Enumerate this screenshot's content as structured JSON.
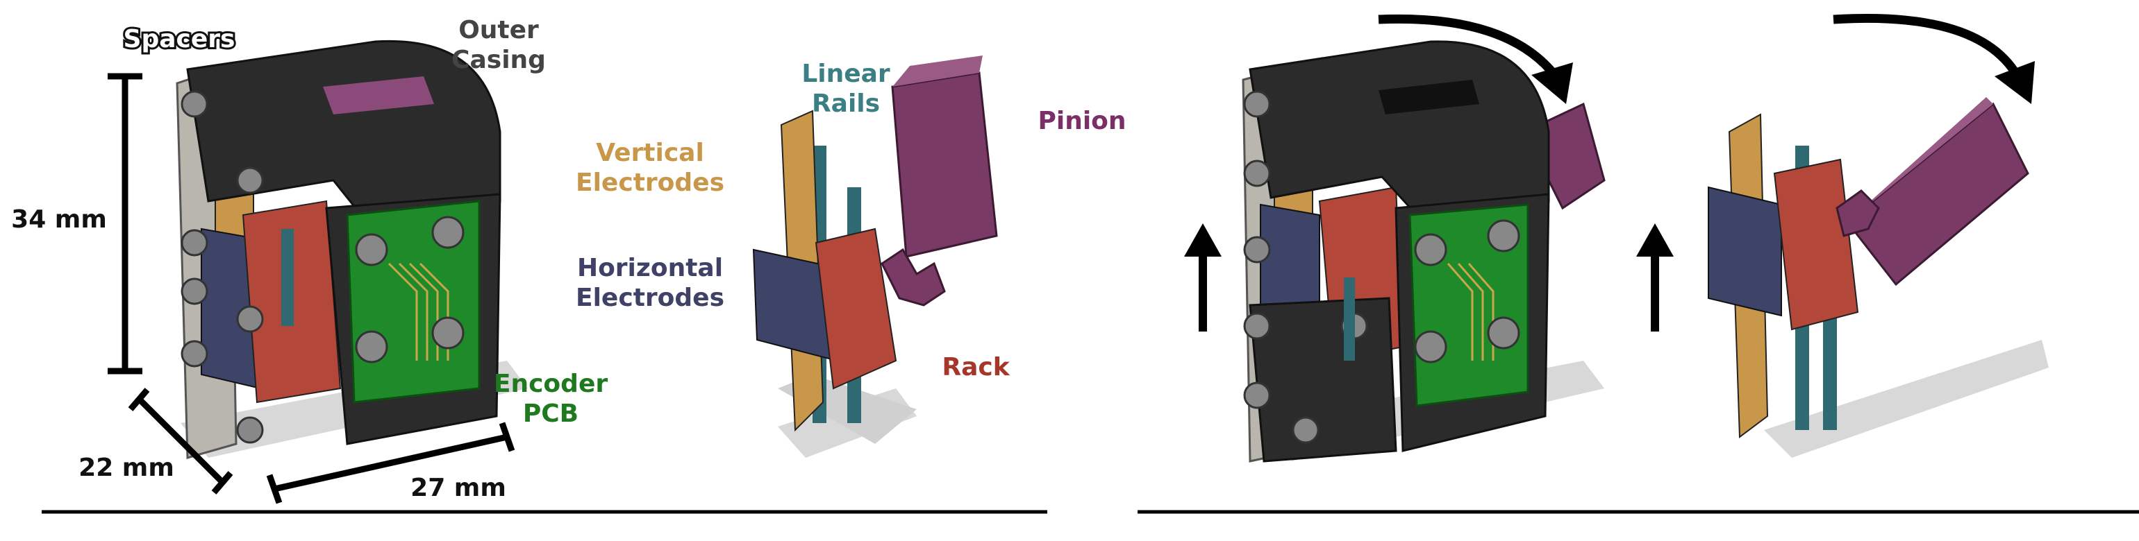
{
  "labels": {
    "spacers": "Spacers",
    "outer_casing": [
      "Outer",
      "Casing"
    ],
    "linear_rails": [
      "Linear",
      "Rails"
    ],
    "pinion": "Pinion",
    "vertical_electrodes": [
      "Vertical",
      "Electrodes"
    ],
    "horizontal_electrodes": [
      "Horizontal",
      "Electrodes"
    ],
    "encoder_pcb": [
      "Encoder",
      "PCB"
    ],
    "rack": "Rack"
  },
  "dimensions": {
    "height": "34 mm",
    "depth": "22 mm",
    "width": "27 mm"
  },
  "colors": {
    "casing": "#2b2b2b",
    "spacer": "#b9b6ad",
    "pcb": "#1f8a2a",
    "electrode_vertical": "#c9974a",
    "electrode_horizontal": "#3d4468",
    "rack": "#b3473a",
    "pinion": "#7a3a66",
    "rail": "#2f6a72",
    "label_rails": "#3b7f84",
    "label_vertical": "#c9974a",
    "label_horizontal": "#3f4266",
    "label_pcb": "#1f7a1f",
    "label_rack": "#a6352a",
    "label_pinion": "#7a2f66",
    "label_casing": "#444444"
  }
}
